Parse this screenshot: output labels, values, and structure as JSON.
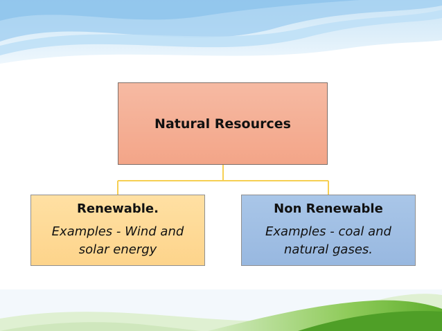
{
  "diagram": {
    "root": {
      "label": "Natural Resources"
    },
    "children": [
      {
        "title": "Renewable.",
        "description": "Examples - Wind and solar energy"
      },
      {
        "title": "Non Renewable",
        "description": "Examples - coal and natural gases."
      }
    ]
  },
  "colors": {
    "root_fill": "#f3a588",
    "renewable_fill": "#fdd48b",
    "non_renewable_fill": "#98b8e0",
    "connector": "#f6cf52",
    "top_decor": "#a9d2ef",
    "bottom_decor": "#6fbf3a"
  }
}
